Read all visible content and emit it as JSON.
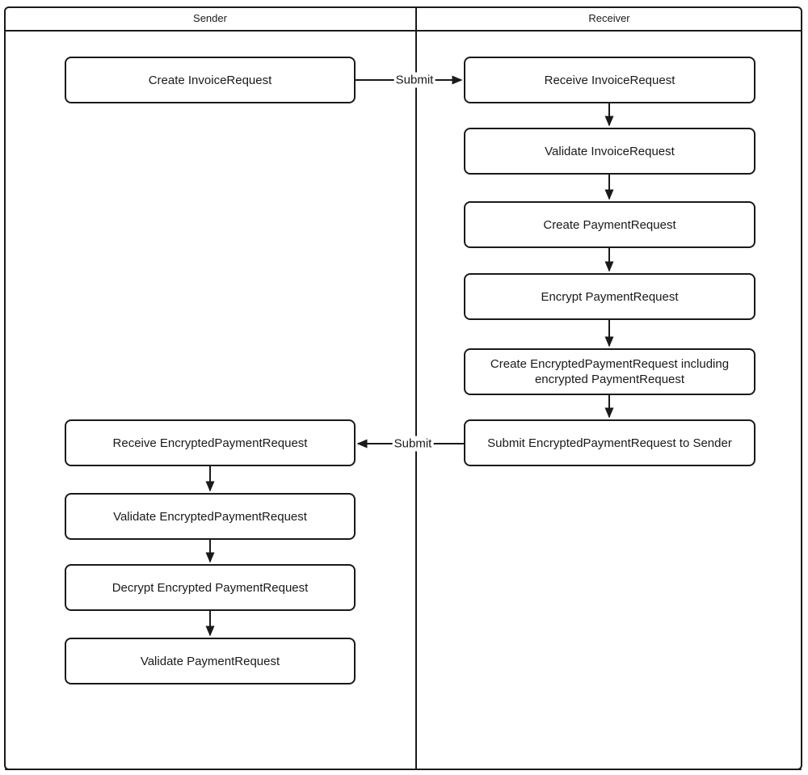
{
  "diagram": {
    "type": "swimlane-flowchart",
    "colors": {
      "stroke": "#1a1a1a",
      "background": "#ffffff"
    },
    "lanes": {
      "sender": "Sender",
      "receiver": "Receiver"
    },
    "sender_nodes": {
      "create_invoice_request": "Create InvoiceRequest",
      "receive_encrypted_payment_request": "Receive EncryptedPaymentRequest",
      "validate_encrypted_payment_request": "Validate EncryptedPaymentRequest",
      "decrypt_encrypted_payment_request": "Decrypt Encrypted PaymentRequest",
      "validate_payment_request": "Validate PaymentRequest"
    },
    "receiver_nodes": {
      "receive_invoice_request": "Receive InvoiceRequest",
      "validate_invoice_request": "Validate InvoiceRequest",
      "create_payment_request": "Create PaymentRequest",
      "encrypt_payment_request": "Encrypt PaymentRequest",
      "create_encrypted_payment_request": "Create EncryptedPaymentRequest including encrypted PaymentRequest",
      "submit_encrypted_payment_request_to_sender": "Submit EncryptedPaymentRequest to Sender"
    },
    "edge_labels": {
      "submit_invoice": "Submit",
      "submit_encrypted_payment": "Submit"
    }
  }
}
